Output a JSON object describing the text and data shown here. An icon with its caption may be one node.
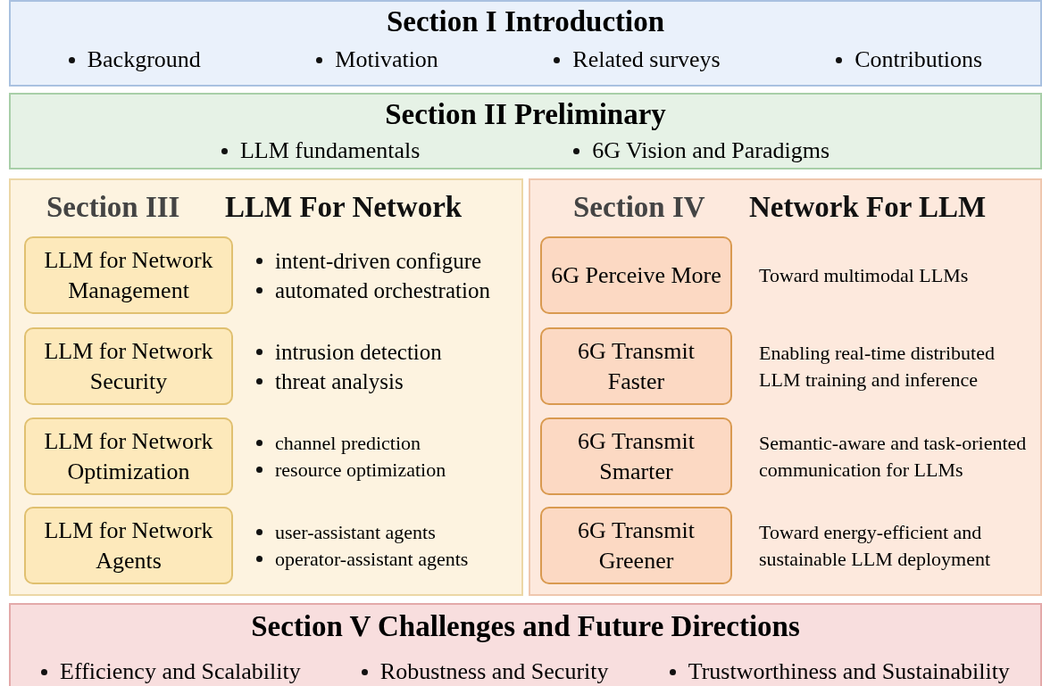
{
  "diagram": {
    "nodes": [
      {
        "text": [
          "Section I Introduction",
          "Background",
          "Motivation",
          "Related surveys",
          "Contributions"
        ]
      },
      {
        "text": [
          "Section II Preliminary",
          "LLM fundamentals",
          "6G Vision and Paradigms"
        ]
      },
      {
        "text": [
          "Section III",
          "LLM For Network"
        ]
      },
      {
        "text": [
          "LLM for Network Management"
        ],
        "in": 2,
        "beside": [
          "intent-driven configure",
          "automated orchestration"
        ]
      },
      {
        "text": [
          "LLM for Network Security"
        ],
        "in": 2,
        "beside": [
          "intrusion detection",
          "threat analysis"
        ]
      },
      {
        "text": [
          "LLM for Network Optimization"
        ],
        "in": 2,
        "beside": [
          "channel prediction",
          "resource optimization"
        ]
      },
      {
        "text": [
          "LLM for Network Agents"
        ],
        "in": 2,
        "beside": [
          "user-assistant agents",
          "operator-assistant agents"
        ]
      },
      {
        "text": [
          "Section IV",
          "Network For LLM"
        ]
      },
      {
        "text": [
          "6G Perceive More"
        ],
        "in": 7,
        "beside": [
          "Toward multimodal LLMs"
        ]
      },
      {
        "text": [
          "6G Transmit Faster"
        ],
        "in": 7,
        "beside": [
          "Enabling real-time distributed LLM training and inference"
        ]
      },
      {
        "text": [
          "6G Transmit Smarter"
        ],
        "in": 7,
        "beside": [
          "Semantic-aware and task-oriented communication for LLMs"
        ]
      },
      {
        "text": [
          "6G Transmit Greener"
        ],
        "in": 7,
        "beside": [
          "Toward energy-efficient and sustainable LLM deployment"
        ]
      },
      {
        "text": [
          "Section V Challenges and Future Directions",
          "Efficiency and Scalability",
          "Robustness and Security",
          "Trustworthiness and Sustainability"
        ]
      }
    ]
  }
}
